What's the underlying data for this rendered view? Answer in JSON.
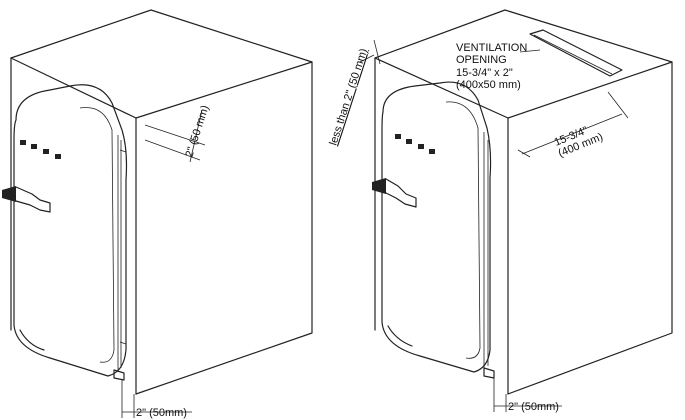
{
  "left_figure": {
    "rear_gap_label": "2\" (50 mm)",
    "side_gap_label": "2\" (50mm)"
  },
  "right_figure": {
    "rear_gap_label": "less than 2\" (50 mm)",
    "ventilation_line1": "VENTILATION",
    "ventilation_line2": "OPENING",
    "ventilation_line3": "15-3/4\" x 2\"",
    "ventilation_line4": "(400x50 mm)",
    "depth_line1": "15-3/4\"",
    "depth_line2": "(400 mm)",
    "side_gap_label": "2\" (50mm)"
  }
}
